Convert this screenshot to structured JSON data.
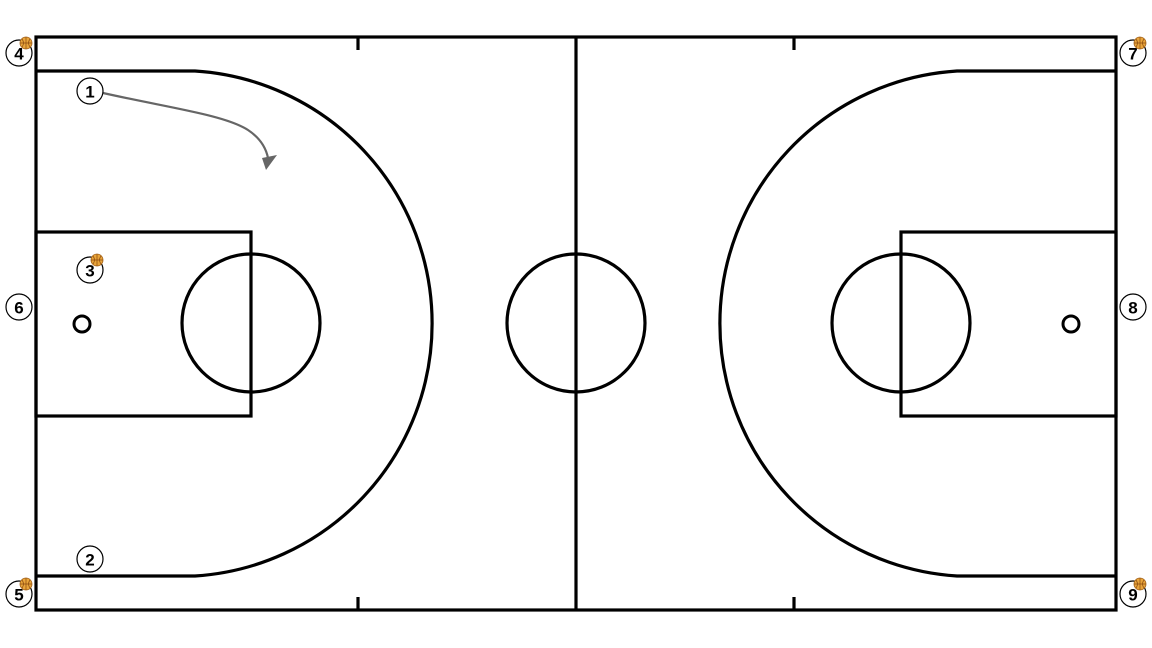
{
  "colors": {
    "court_line": "#000000",
    "background": "#ffffff",
    "movement_arrow": "#666666",
    "ball": "#e8a43a"
  },
  "players": [
    {
      "id": "p1",
      "label": "1",
      "has_ball": false
    },
    {
      "id": "p2",
      "label": "2",
      "has_ball": false
    },
    {
      "id": "p3",
      "label": "3",
      "has_ball": true
    },
    {
      "id": "p4",
      "label": "4",
      "has_ball": true
    },
    {
      "id": "p5",
      "label": "5",
      "has_ball": true
    },
    {
      "id": "p6",
      "label": "6",
      "has_ball": false
    },
    {
      "id": "p7",
      "label": "7",
      "has_ball": true
    },
    {
      "id": "p8",
      "label": "8",
      "has_ball": false
    },
    {
      "id": "p9",
      "label": "9",
      "has_ball": true
    }
  ],
  "movements": [
    {
      "from": "p1",
      "type": "cut",
      "icon": "arrow-icon"
    }
  ]
}
